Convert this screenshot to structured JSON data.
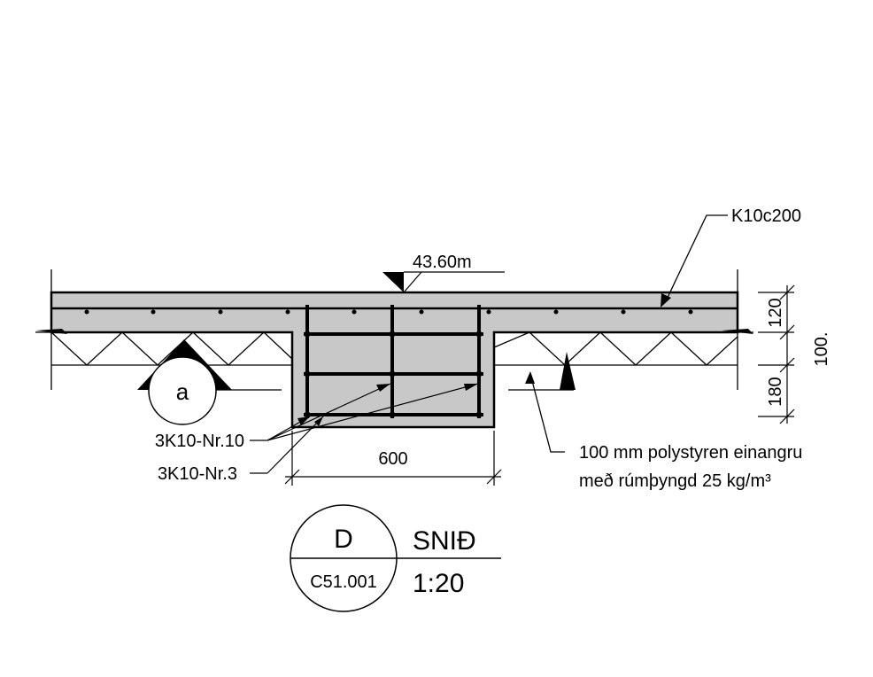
{
  "colors": {
    "concrete": "#c8c8c8",
    "line": "#000000",
    "background": "#ffffff"
  },
  "annotations": {
    "elevation": "43.60m",
    "top_rebar": "K10c200",
    "bottom_rebar_1": "3K10-Nr.10",
    "bottom_rebar_2": "3K10-Nr.3",
    "width_dim": "600",
    "insulation_line1": "100 mm polystyren einangru",
    "insulation_line2": "með rúmþyngd 25 kg/m³",
    "dim_120": "120",
    "dim_100": "100.",
    "dim_180": "180",
    "section_marker": "a"
  },
  "title_block": {
    "detail_letter": "D",
    "sheet_ref": "C51.001",
    "title": "SNIÐ",
    "scale": "1:20"
  }
}
